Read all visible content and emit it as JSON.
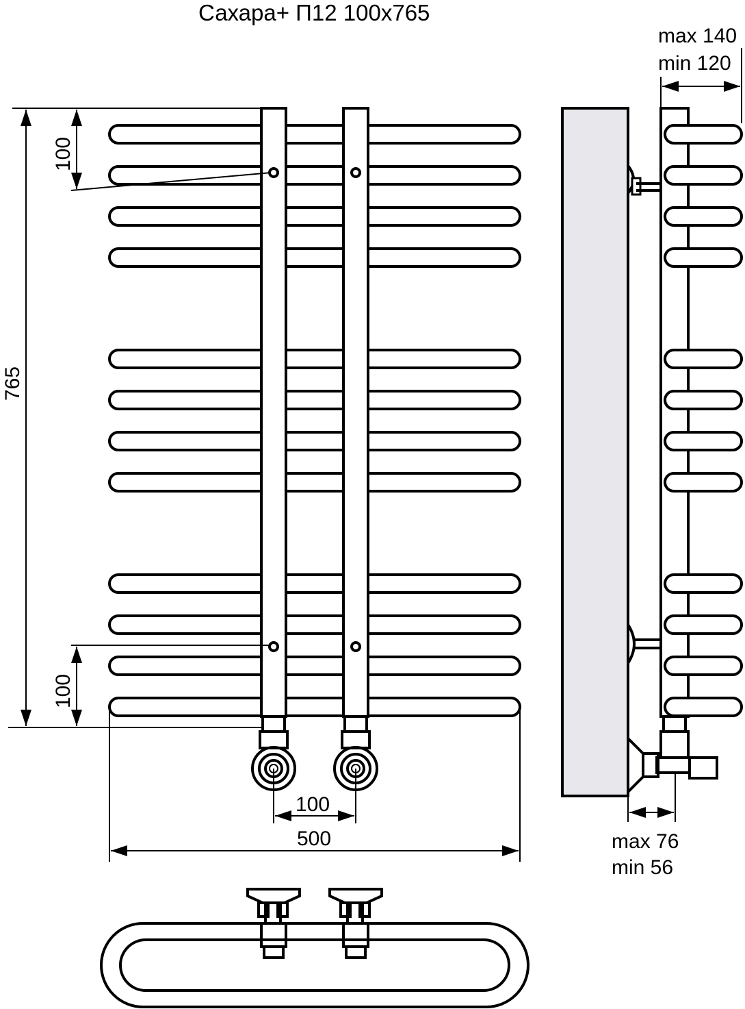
{
  "title": "Сахара+ П12 100x765",
  "dimensions": {
    "height_total": "765",
    "top_axis_offset": "100",
    "bottom_axis_offset": "100",
    "axis_distance": "100",
    "width_total": "500",
    "wall_offset_max": "max 140",
    "wall_offset_min": "min 120",
    "connection_offset_max": "max 76",
    "connection_offset_min": "min 56"
  },
  "colors": {
    "line": "#000000",
    "wall_fill": "#e8e8ec",
    "fitting_fill": "#d8d8d8",
    "background": "#ffffff"
  },
  "views": [
    "front-view",
    "side-view",
    "top-view"
  ]
}
